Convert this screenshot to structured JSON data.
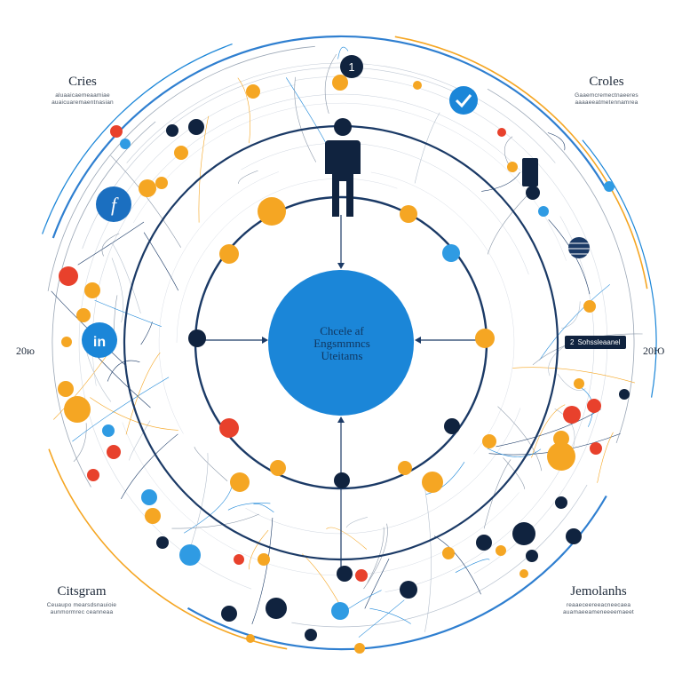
{
  "center": {
    "line1": "Chcele af",
    "line2": "Engsmmncs",
    "line3": "Uteitams"
  },
  "corners": {
    "top_left": {
      "title": "Cries",
      "sub1": "aluaaicaemeaamiae",
      "sub2": "auaicuaremaentnasian"
    },
    "top_right": {
      "title": "Croles",
      "sub1": "Gaaemcremectnaeeres",
      "sub2": "aaaaeeatmetennamrea"
    },
    "bottom_left": {
      "title": "Citsgram",
      "sub1": "Ceuaupo mearsdsnauioie",
      "sub2": "aunmormrec ceanneaa"
    },
    "bottom_right": {
      "title": "Jemolanhs",
      "sub1": "reaaeceereeacneecaea",
      "sub2": "auamaeeameneeeemaeet"
    }
  },
  "years": {
    "left": "20ю",
    "right": "20Ю"
  },
  "badge_top": "1",
  "tag": {
    "num": "2",
    "label": "Sohssleaanel"
  },
  "icons": {
    "person": "person-icon",
    "facebook": "facebook-icon",
    "check": "check-icon",
    "linkedin": "linkedin-icon",
    "facebook_glyph": "f",
    "linkedin_glyph": "in"
  },
  "colors": {
    "navy": "#10233f",
    "blue": "#1b86d8",
    "orange": "#f5a623",
    "red": "#e8412c",
    "lightblue": "#2f9be3",
    "ring": "#1b3a66"
  }
}
